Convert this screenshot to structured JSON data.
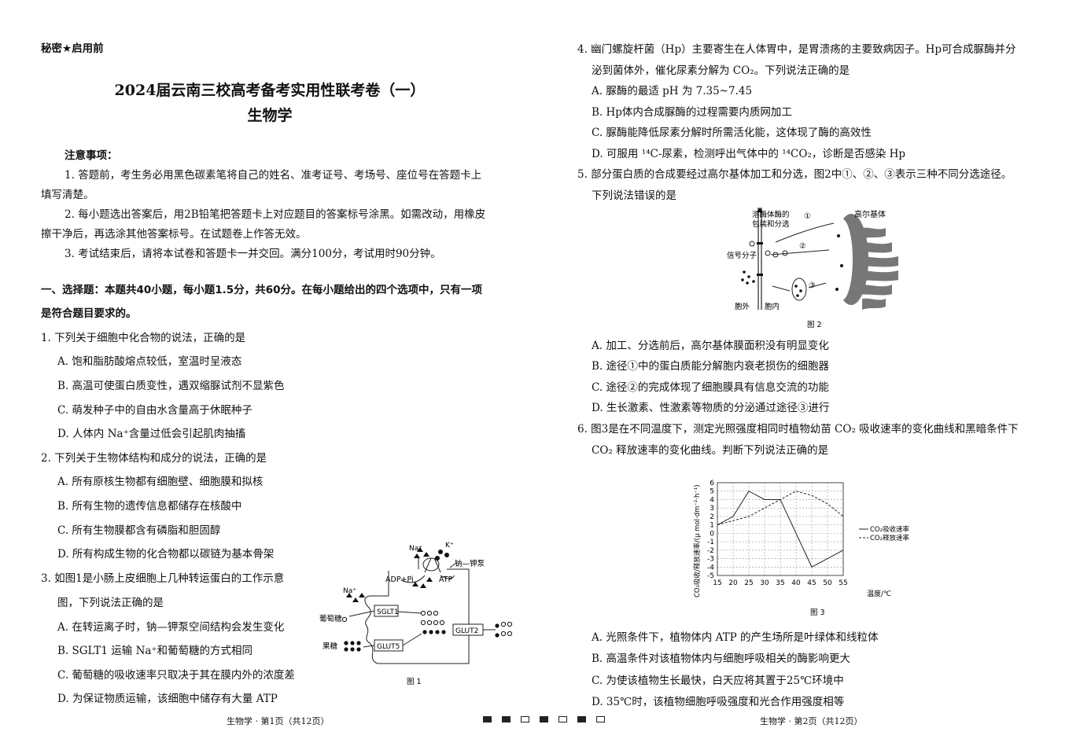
{
  "header": {
    "secret": "秘密★启用前"
  },
  "title": "2024届云南三校高考备考实用性联考卷（一）",
  "subtitle": "生物学",
  "notice": {
    "heading": "注意事项：",
    "lines": [
      "1. 答题前，考生务必用黑色碳素笔将自己的姓名、准考证号、考场号、座位号在答题卡上",
      "填写清楚。",
      "2. 每小题选出答案后，用2B铅笔把答题卡上对应题目的答案标号涂黑。如需改动，用橡皮",
      "擦干净后，再选涂其他答案标号。在试题卷上作答无效。",
      "3. 考试结束后，请将本试卷和答题卡一并交回。满分100分，考试用时90分钟。"
    ]
  },
  "section1": {
    "line1": "一、选择题：本题共40小题，每小题1.5分，共60分。在每小题给出的四个选项中，只有一项",
    "line2": "是符合题目要求的。"
  },
  "q1": {
    "stem": "1. 下列关于细胞中化合物的说法，正确的是",
    "a": "A. 饱和脂肪酸熔点较低，室温时呈液态",
    "b": "B. 高温可使蛋白质变性，遇双缩脲试剂不显紫色",
    "c": "C. 萌发种子中的自由水含量高于休眠种子",
    "d": "D. 人体内 Na⁺含量过低会引起肌肉抽搐"
  },
  "q2": {
    "stem": "2. 下列关于生物体结构和成分的说法，正确的是",
    "a": "A. 所有原核生物都有细胞壁、细胞膜和拟核",
    "b": "B. 所有生物的遗传信息都储存在核酸中",
    "c": "C. 所有生物膜都含有磷脂和胆固醇",
    "d": "D. 所有构成生物的化合物都以碳链为基本骨架"
  },
  "q3": {
    "stem1": "3. 如图1是小肠上皮细胞上几种转运蛋白的工作示意",
    "stem2": "图，下列说法正确的是",
    "a": "A. 在转运离子时，钠—钾泵空间结构会发生变化",
    "b": "B. SGLT1 运输 Na⁺和葡萄糖的方式相同",
    "c": "C. 葡萄糖的吸收速率只取决于其在膜内外的浓度差",
    "d": "D. 为保证物质运输，该细胞中储存有大量 ATP"
  },
  "fig1": {
    "na": "Na⁺",
    "k": "K⁺",
    "pump": "钠—钾泵",
    "adp": "ADP+Pi",
    "atp": "ATP",
    "na2": "Na⁺",
    "sglt1": "SGLT1",
    "glucose": "葡萄糖",
    "fructose": "果糖",
    "glut5": "GLUT5",
    "glut2": "GLUT2",
    "caption": "图 1"
  },
  "q4": {
    "stem1": "4. 幽门螺旋杆菌（Hp）主要寄生在人体胃中，是胃溃疡的主要致病因子。Hp可合成脲酶并分",
    "stem2": "泌到菌体外，催化尿素分解为 CO₂。下列说法正确的是",
    "a": "A. 脲酶的最适 pH 为 7.35~7.45",
    "b": "B. Hp体内合成脲酶的过程需要内质网加工",
    "c": "C. 脲酶能降低尿素分解时所需活化能，这体现了酶的高效性",
    "d": "D. 可服用 ¹⁴C-尿素，检测呼出气体中的 ¹⁴CO₂，诊断是否感染 Hp"
  },
  "q5": {
    "stem1": "5. 部分蛋白质的合成要经过高尔基体加工和分选，图2中①、②、③表示三种不同分选途径。",
    "stem2": "下列说法错误的是",
    "a": "A. 加工、分选前后，高尔基体膜面积没有明显变化",
    "b": "B. 途径①中的蛋白质能分解胞内衰老损伤的细胞器",
    "c": "C. 途径②的完成体现了细胞膜具有信息交流的功能",
    "d": "D. 生长激素、性激素等物质的分泌通过途径③进行"
  },
  "fig2": {
    "label1a": "溶酶体酶的",
    "label1b": "包装和分选",
    "n1": "①",
    "n2": "②",
    "n3": "③",
    "golgi": "高尔基体",
    "signal": "信号分子",
    "outside": "胞外",
    "inside": "胞内",
    "caption": "图 2"
  },
  "q6": {
    "stem1": "6. 图3是在不同温度下，测定光照强度相同时植物幼苗 CO₂ 吸收速率的变化曲线和黑暗条件下",
    "stem2": "CO₂ 释放速率的变化曲线。判断下列说法正确的是",
    "a": "A. 光照条件下，植物体内 ATP 的产生场所是叶绿体和线粒体",
    "b": "B. 高温条件对该植物体内与细胞呼吸相关的酶影响更大",
    "c": "C. 为使该植物生长最快，白天应将其置于25℃环境中",
    "d": "D. 35℃时，该植物细胞呼吸强度和光合作用强度相等"
  },
  "chart_data": {
    "type": "line",
    "x": [
      15,
      20,
      25,
      30,
      35,
      40,
      45,
      50,
      55
    ],
    "series": [
      {
        "name": "CO₂吸收速率",
        "values": [
          1,
          2,
          5,
          4,
          4,
          null,
          -4,
          null,
          -2
        ],
        "style": "solid"
      },
      {
        "name": "CO₂释放速率",
        "values": [
          1,
          1.5,
          2,
          3,
          4,
          5,
          4.5,
          3.5,
          2
        ],
        "style": "dashed"
      }
    ],
    "xlabel": "温度/℃",
    "ylabel": "CO₂吸收/释放速率/(μ mol·dm⁻²·h⁻¹)",
    "ylim": [
      -5,
      6
    ],
    "xticks": [
      "15",
      "20",
      "25",
      "30",
      "35",
      "40",
      "45",
      "50",
      "55"
    ],
    "yticks": [
      "6",
      "5",
      "4",
      "3",
      "2",
      "1",
      "0",
      "-1",
      "-2",
      "-3",
      "-4",
      "-5"
    ],
    "grid": true,
    "legend": "right",
    "caption": "图 3"
  },
  "footer": {
    "left": "生物学 · 第1页（共12页）",
    "right": "生物学 · 第2页（共12页）",
    "marks": [
      true,
      true,
      false,
      true,
      false,
      true,
      false
    ]
  }
}
